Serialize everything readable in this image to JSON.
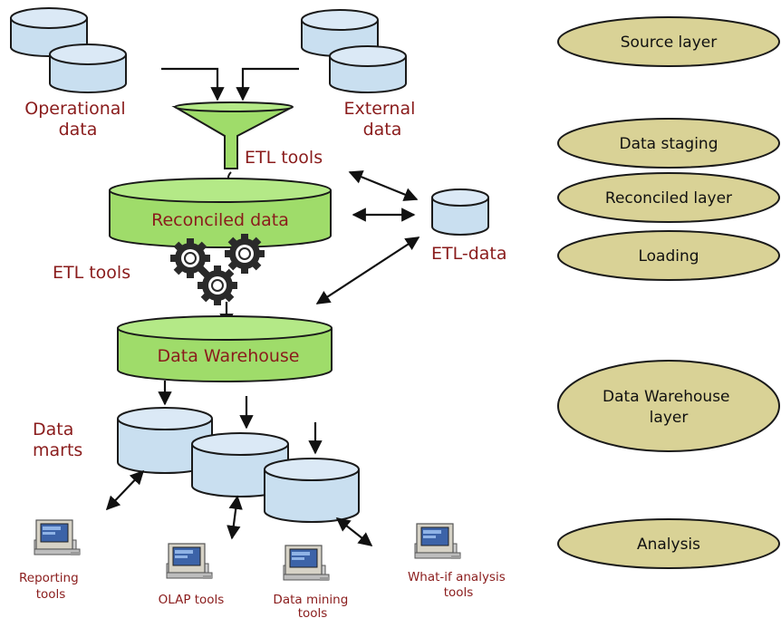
{
  "sources": {
    "operational": [
      "Operational",
      "data"
    ],
    "external": [
      "External",
      "data"
    ]
  },
  "etl": {
    "top_label": "ETL tools",
    "left_label": "ETL tools",
    "side_store_label": "ETL-data"
  },
  "reconciled_label": "Reconciled data",
  "warehouse_label": "Data Warehouse",
  "data_marts_label": [
    "Data",
    "marts"
  ],
  "tools": [
    [
      "Reporting",
      "tools"
    ],
    [
      "OLAP tools"
    ],
    [
      "Data mining",
      "tools"
    ],
    [
      "What-if analysis",
      "tools"
    ]
  ],
  "layers": [
    [
      "Source layer"
    ],
    [
      "Data staging"
    ],
    [
      "Reconciled layer"
    ],
    [
      "Loading"
    ],
    [
      "Data Warehouse",
      "layer"
    ],
    [
      "Analysis"
    ]
  ],
  "colors": {
    "label_red": "#8a1c1c",
    "cylinder_blue": "#c9dff0",
    "cylinder_green": "#9fdc6a",
    "layer_oval": "#d9d296"
  }
}
